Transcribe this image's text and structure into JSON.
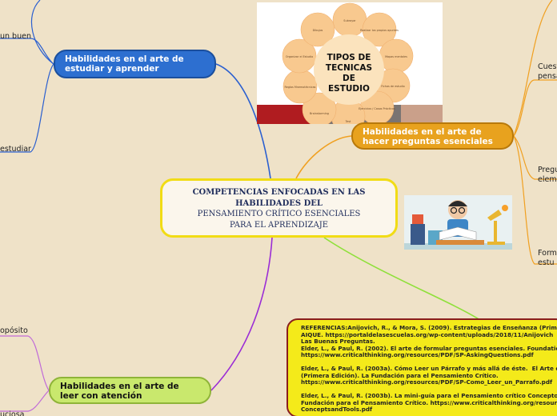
{
  "central": {
    "line1": "COMPETENCIAS ENFOCADAS EN LAS",
    "line2": "HABILIDADES DEL",
    "line3": "PENSAMIENTO CRÍTICO ESENCIALES",
    "line4": "PARA EL APRENDIZAJE"
  },
  "branches": {
    "estudiar": "Habilidades en el arte de estudiar y aprender",
    "preguntas": "Habilidades en el arte de hacer preguntas esenciales",
    "leer": "Habilidades en el arte de leer con atención"
  },
  "fragments": {
    "left1": "un buen",
    "left2": "estudiar",
    "left3": "opósito",
    "left4": "uciosa",
    "right1a": "Cuest",
    "right1b": "pensa",
    "right2a": "Pregu",
    "right2b": "eleme",
    "right3a": "Form",
    "right3b": "estu"
  },
  "image_tecnicas": {
    "title_lines": [
      "TIPOS DE",
      "TECNICAS",
      "DE",
      "ESTUDIO"
    ],
    "petals": [
      "Subrayar",
      "Realizar los propios apuntes",
      "Mapas mentales",
      "Fichas de estudio",
      "Ejercicios / Casos Prácticos",
      "Test",
      "Brainstorming",
      "Reglas Mnemotécnicas",
      "Organizar el Estudio",
      "Dibujos"
    ]
  },
  "references": "REFERENCIAS:Anijovich, R., & Mora, S. (2009). Estrategias de Enseñanza (Primer\nAIQUE. https://portaldelasescuelas.org/wp-content/uploads/2018/11/Anijovich\nLas Buenas Preguntas.\nElder, L., & Paul, R. (2002). El arte de formular preguntas esenciales. Foundation\nhttps://www.criticalthinking.org/resources/PDF/SP-AskingQuestions.pdf\n\nElder, L., & Paul, R. (2003a). Cómo Leer un Párrafo y más allá de éste.  El Arte de\n(Primera Edición). La Fundación para el Pensamiento Crítico.\nhttps://www.criticalthinking.org/resources/PDF/SP-Como_Leer_un_Parrafo.pdf\n\nElder, L., & Paul, R. (2003b). La mini-guía para el Pensamiento crítico Conceptos y\nFundación para el Pensamiento Crítico. https://www.criticalthinking.org/resourc\nConceptsandTools.pdf",
  "colors": {
    "background": "#efe2c8",
    "blue": "#2d6fd0",
    "orange": "#e8a21e",
    "green": "#c9e86d",
    "central_border": "#f1dc15",
    "refs_fill": "#f4ea1a",
    "purple_line": "#9a2bd6",
    "lime_line": "#8fe03a"
  }
}
